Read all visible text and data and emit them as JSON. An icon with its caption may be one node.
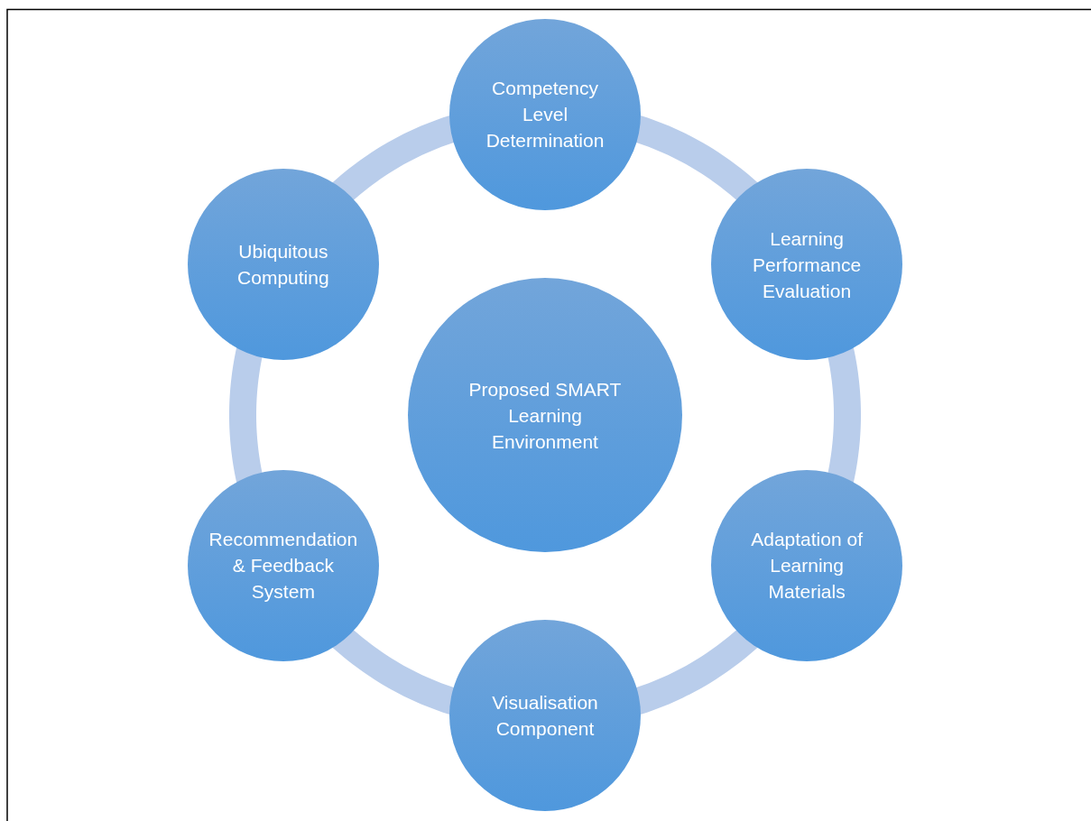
{
  "diagram": {
    "nodes": [
      {
        "text": [
          "Proposed SMART Learning Environment"
        ]
      },
      {
        "text": [
          "Competency Level Determination"
        ]
      },
      {
        "text": [
          "Learning Performance Evaluation"
        ]
      },
      {
        "text": [
          "Adaptation of Learning Materials"
        ]
      },
      {
        "text": [
          "Visualisation Component"
        ]
      },
      {
        "text": [
          "Recommendation & Feedback System"
        ]
      },
      {
        "text": [
          "Ubiquitous Computing"
        ]
      }
    ],
    "edges": [
      {
        "from": 1,
        "to": 2,
        "arrow": "none"
      },
      {
        "from": 2,
        "to": 3,
        "arrow": "none"
      },
      {
        "from": 3,
        "to": 4,
        "arrow": "none"
      },
      {
        "from": 4,
        "to": 5,
        "arrow": "none"
      },
      {
        "from": 5,
        "to": 6,
        "arrow": "none"
      },
      {
        "from": 6,
        "to": 1,
        "arrow": "none"
      }
    ]
  }
}
